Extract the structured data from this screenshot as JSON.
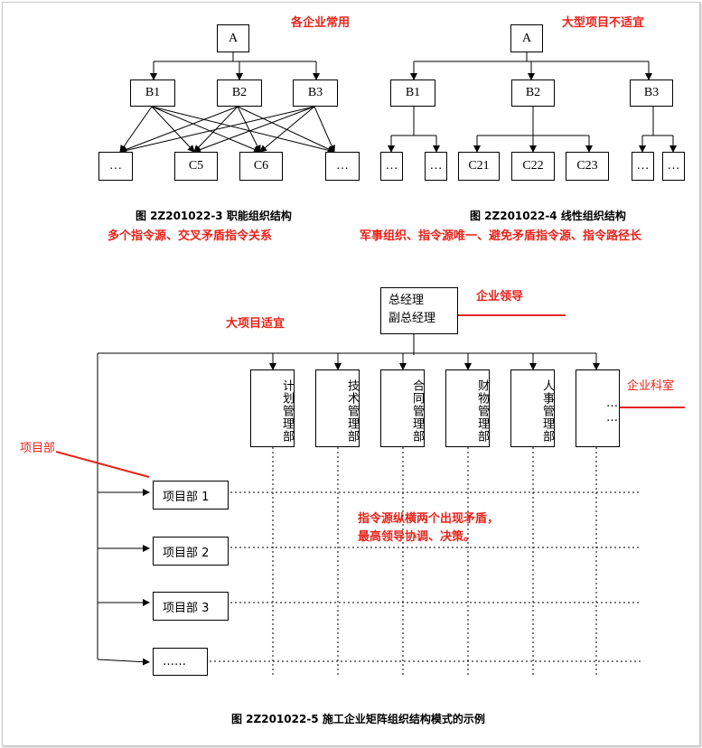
{
  "functional": {
    "note": "各企业常用",
    "top": "A",
    "mids": [
      "B1",
      "B2",
      "B3"
    ],
    "bottoms": [
      "…",
      "C5",
      "C6",
      "…"
    ],
    "caption": "图 2Z201022-3    职能组织结构",
    "remark": "多个指令源、交叉矛盾指令关系"
  },
  "linear": {
    "note": "大型项目不适宜",
    "top": "A",
    "mids": [
      "B1",
      "B2",
      "B3"
    ],
    "bottoms": [
      "…",
      "…",
      "C21",
      "C22",
      "C23",
      "…",
      "…"
    ],
    "caption": "图 2Z201022-4    线性组织结构",
    "remark": "军事组织、指令源唯一、避免矛盾指令源、指令路径长"
  },
  "matrix": {
    "leader_lines": [
      "总经理",
      "副总经理"
    ],
    "leader_note": "企业领导",
    "big_project_note": "大项目适宜",
    "departments": [
      "计划管理部",
      "技术管理部",
      "合同管理部",
      "财物管理部",
      "人事管理部",
      "……"
    ],
    "dept_note": "企业科室",
    "project_note": "项目部",
    "projects": [
      "项目部 1",
      "项目部 2",
      "项目部 3",
      "……"
    ],
    "conflict_note_1": "指令源纵横两个出现矛盾，",
    "conflict_note_2": "最高领导协调、决策。",
    "caption": "图 2Z201022-5    施工企业矩阵组织结构模式的示例"
  }
}
